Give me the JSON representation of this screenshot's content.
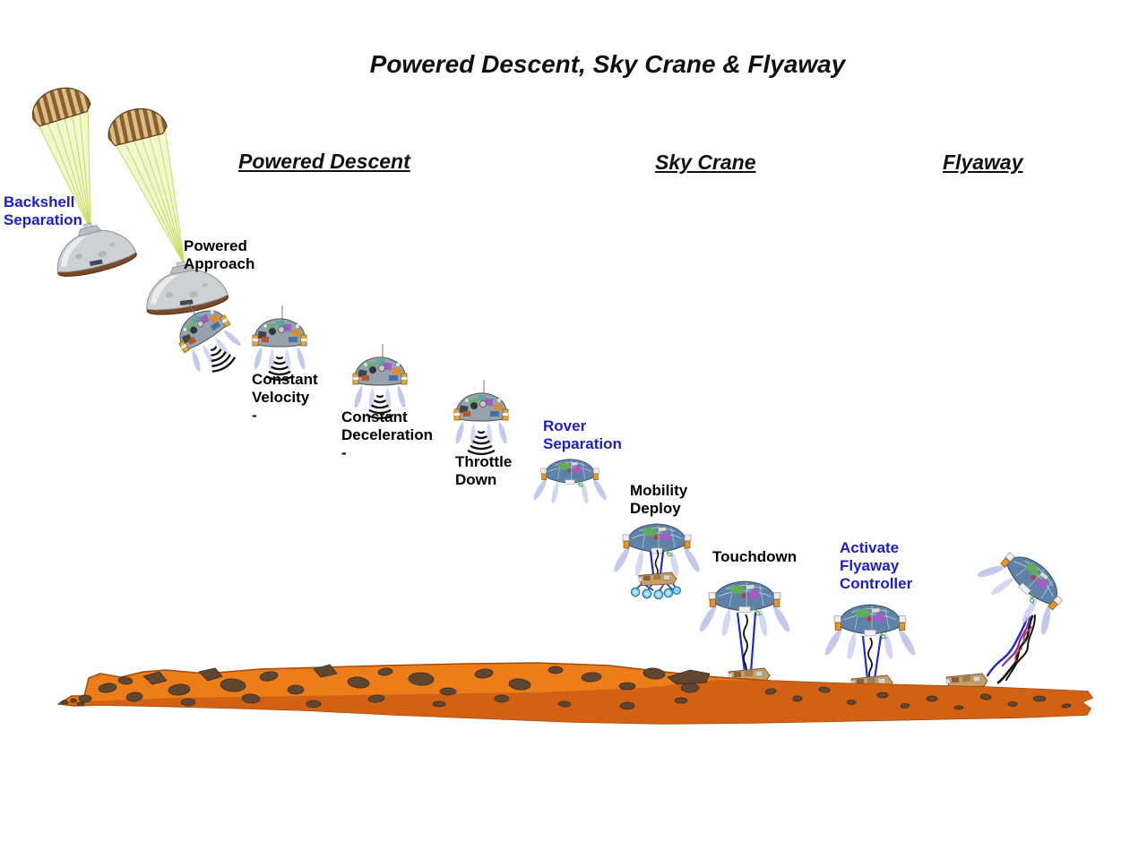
{
  "title": "Powered Descent, Sky Crane & Flyaway",
  "sections": [
    {
      "label": "Powered Descent"
    },
    {
      "label": "Sky Crane"
    },
    {
      "label": "Flyaway"
    }
  ],
  "stages": [
    {
      "id": "backshell-separation",
      "label": "Backshell\nSeparation",
      "color": "blue"
    },
    {
      "id": "powered-approach",
      "label": "Powered\nApproach",
      "color": "black"
    },
    {
      "id": "constant-velocity",
      "label": "Constant\nVelocity\n-",
      "color": "black"
    },
    {
      "id": "constant-deceleration",
      "label": "Constant\nDeceleration\n-",
      "color": "black"
    },
    {
      "id": "throttle-down",
      "label": "Throttle\nDown",
      "color": "black"
    },
    {
      "id": "rover-separation",
      "label": "Rover\nSeparation",
      "color": "blue"
    },
    {
      "id": "mobility-deploy",
      "label": "Mobility\nDeploy",
      "color": "black"
    },
    {
      "id": "touchdown",
      "label": "Touchdown",
      "color": "black"
    },
    {
      "id": "activate-flyaway-controller",
      "label": "Activate\nFlyaway\nController",
      "color": "blue"
    }
  ],
  "colors": {
    "label_blue": "#1C1CD0",
    "label_black": "#000000",
    "terrain_orange": "#EC7D18",
    "terrain_shadow_orange": "#D26113",
    "rock_brown": "#5E4631",
    "plume_lavender": "#B9BFEA",
    "parachute_tan": "#DCBE7E",
    "parachute_brown": "#8A5E34",
    "shroud_line_green": "#C6DA5A",
    "bridle_blue": "#1E2BD2"
  }
}
